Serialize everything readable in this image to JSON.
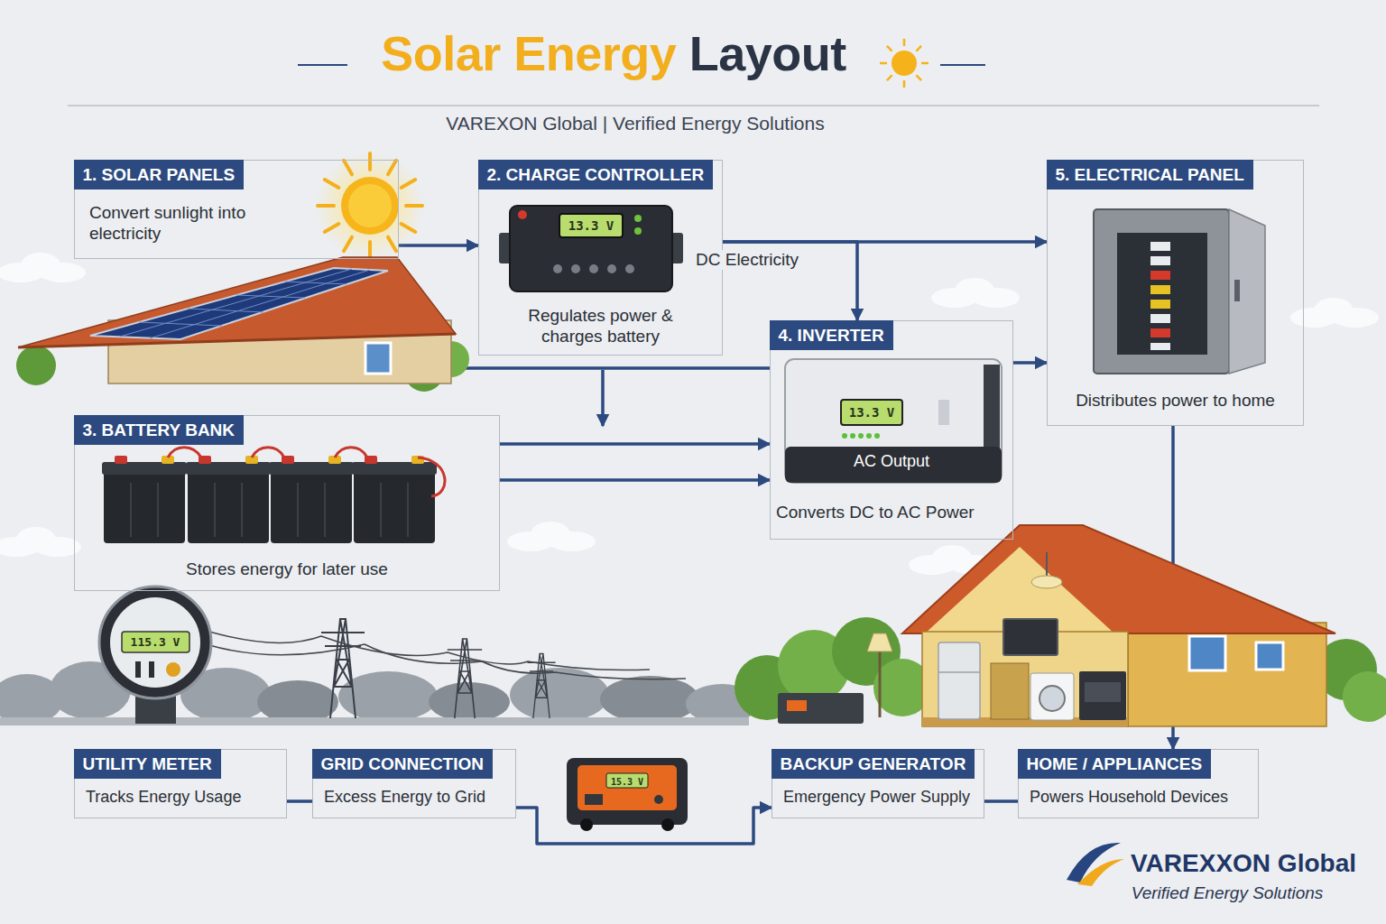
{
  "diagram": {
    "title": "Solar Energy Layout",
    "nodes": [
      {
        "text": [
          "1. SOLAR PANELS",
          "Convert sunlight into electricity"
        ]
      },
      {
        "text": [
          "2. CHARGE CONTROLLER",
          "Regulates power & charges battery"
        ]
      },
      {
        "text": [
          "5. ELECTRICAL PANEL",
          "Distributes power to home"
        ]
      },
      {
        "text": [
          "4. INVERTER",
          "AC Output",
          "Converts DC to AC Power"
        ]
      },
      {
        "text": [
          "3. BATTERY BANK",
          "Stores energy for later use"
        ]
      },
      {
        "text": [
          "UTILITY METER",
          "Tracks Energy Usage"
        ]
      },
      {
        "text": [
          "GRID CONNECTION",
          "Excess Energy to Grid"
        ]
      },
      {
        "text": [
          "BACKUP GENERATOR",
          "Emergency Power Supply"
        ]
      },
      {
        "text": [
          "HOME / APPLIANCES",
          "Powers Household Devices"
        ]
      }
    ],
    "edges": [
      {
        "from": 0,
        "to": 1,
        "arrow": "to"
      },
      {
        "from": 1,
        "to": 2,
        "label": "DC Electricity",
        "arrow": "to"
      },
      {
        "from": 1,
        "to": 3,
        "arrow": "to"
      },
      {
        "from": 0,
        "to": 3,
        "arrow": "none"
      },
      {
        "from": 4,
        "to": 3,
        "arrow": "to"
      },
      {
        "from": 4,
        "to": 3,
        "arrow": "to"
      },
      {
        "from": 3,
        "to": 2,
        "arrow": "to"
      },
      {
        "from": 2,
        "to": 8,
        "arrow": "to"
      },
      {
        "from": 5,
        "to": 6,
        "arrow": "none"
      },
      {
        "from": 6,
        "to": 7,
        "arrow": "to"
      },
      {
        "from": 7,
        "to": 8,
        "arrow": "none"
      }
    ],
    "labels": [
      "VAREXON Global | Verified Energy Solutions",
      "13.3 V",
      "13.3 V",
      "115.3 V",
      "15.3 V",
      "VAREXXON Global",
      "Verified Energy Solutions"
    ]
  }
}
